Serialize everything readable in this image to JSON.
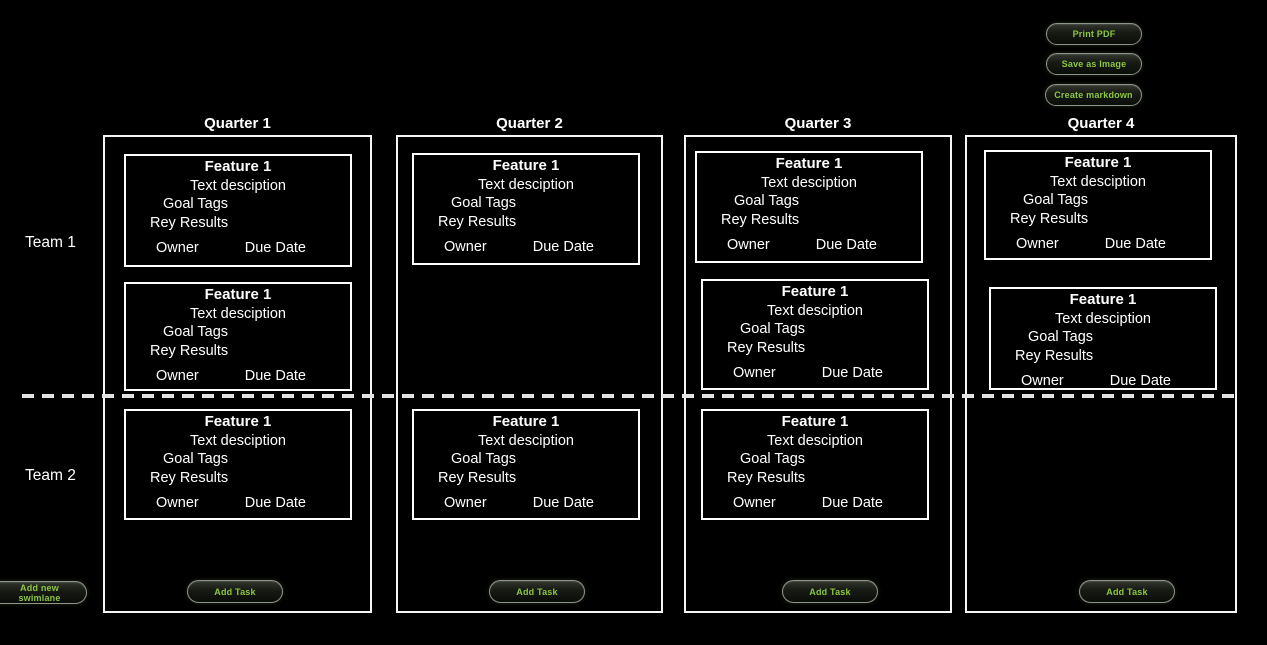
{
  "app": {
    "background": "#000000",
    "accent_green": "#8dc63f",
    "border_white": "#f5f5f5"
  },
  "toolbar": {
    "print_pdf_label": "Print PDF",
    "save_image_label": "Save as Image",
    "create_markdown_label": "Create markdown"
  },
  "board": {
    "quarters": [
      {
        "label": "Quarter 1"
      },
      {
        "label": "Quarter 2"
      },
      {
        "label": "Quarter 3"
      },
      {
        "label": "Quarter 4"
      }
    ],
    "lanes": [
      {
        "label": "Team 1",
        "cards_per_quarter": [
          2,
          1,
          2,
          2
        ]
      },
      {
        "label": "Team 2",
        "cards_per_quarter": [
          1,
          1,
          1,
          0
        ]
      }
    ],
    "add_task_label": "Add Task",
    "add_swimlane_label": "Add new swimlane"
  },
  "card_template": {
    "title": "Feature 1",
    "description": "Text desciption",
    "goal_tags": "Goal Tags",
    "key_results": "Rey Results",
    "owner": "Owner",
    "due_date": "Due Date"
  }
}
